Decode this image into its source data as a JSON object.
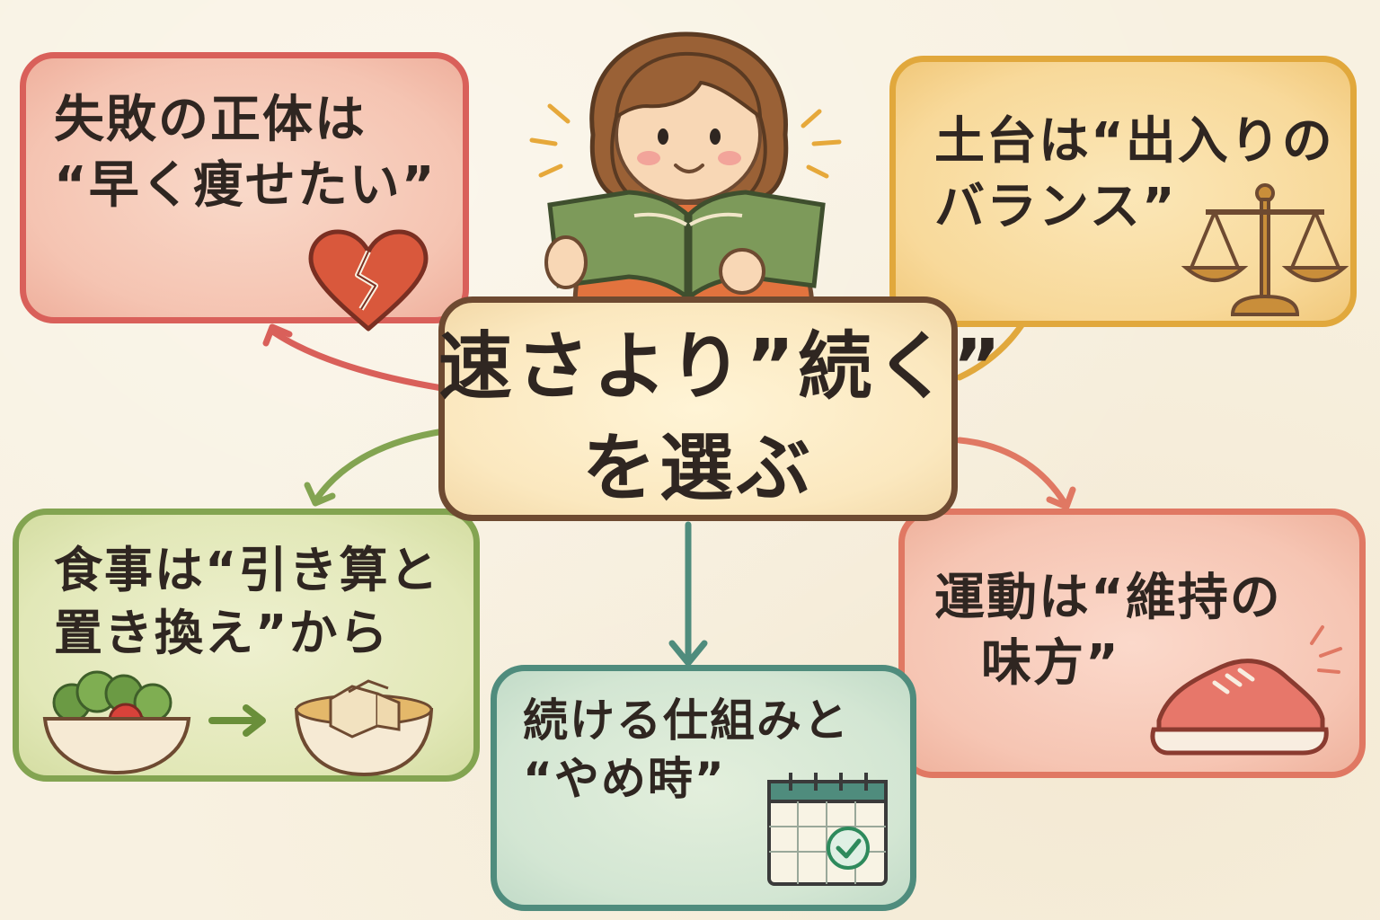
{
  "center": {
    "line1": "速さより”続く”",
    "line2": "を選ぶ"
  },
  "failure": {
    "line1": "失敗の正体は",
    "line2": "“早く痩せたい”",
    "icon": "broken-heart-icon"
  },
  "balance": {
    "line1": "土台は“出入りの",
    "line2": "バランス”",
    "icon": "balance-scale-icon"
  },
  "meal": {
    "line1": "食事は“引き算と",
    "line2": "置き換え”から",
    "icons": [
      "salad-bowl-icon",
      "arrow-right-icon",
      "tofu-bowl-icon"
    ]
  },
  "exercise": {
    "line1": "運動は“維持の",
    "line2": "味方”",
    "icon": "sneaker-icon"
  },
  "system": {
    "line1": "続ける仕組みと",
    "line2": "“やめ時”",
    "icon": "calendar-check-icon"
  },
  "colors": {
    "failure_border": "#d9605a",
    "balance_border": "#e1a83c",
    "meal_border": "#83a451",
    "exercise_border": "#e07863",
    "system_border": "#4f8c7d",
    "center_border": "#6e4a31",
    "background": "#f8f1e1"
  },
  "illustration": {
    "character": "reading-girl-illustration"
  }
}
